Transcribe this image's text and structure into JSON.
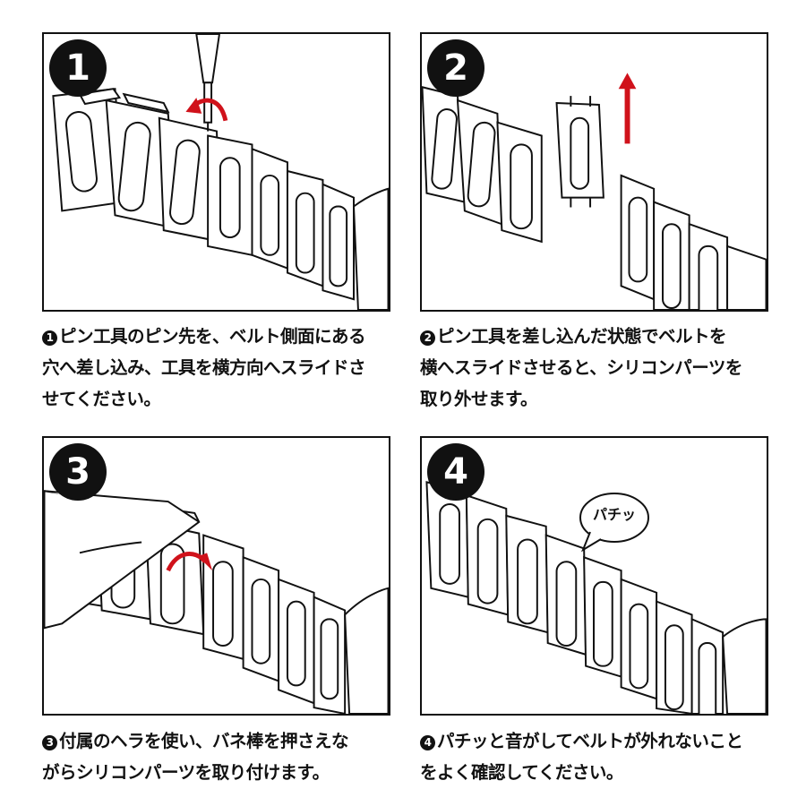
{
  "steps": [
    {
      "badge": "1",
      "num": "1",
      "lines": [
        "ピン工具のピン先を、ベルト側面にある",
        "穴へ差し込み、工具を横方向へスライドさ",
        "せてください。"
      ]
    },
    {
      "badge": "2",
      "num": "2",
      "lines": [
        "ピン工具を差し込んだ状態でベルトを",
        "横へスライドさせると、シリコンパーツを",
        "取り外せます。"
      ]
    },
    {
      "badge": "3",
      "num": "3",
      "lines": [
        "付属のヘラを使い、バネ棒を押さえな",
        "がらシリコンパーツを取り付けます。"
      ]
    },
    {
      "badge": "4",
      "num": "4",
      "lines": [
        "パチッと音がしてベルトが外れないこと",
        "をよく確認してください。"
      ]
    }
  ],
  "bubble_text": "パチッ",
  "colors": {
    "arrow": "#d0121b",
    "line": "#111111"
  },
  "icons": [
    "pin-tool-icon",
    "curved-arrow-icon",
    "up-arrow-icon",
    "spatula-icon",
    "speech-bubble-icon"
  ]
}
